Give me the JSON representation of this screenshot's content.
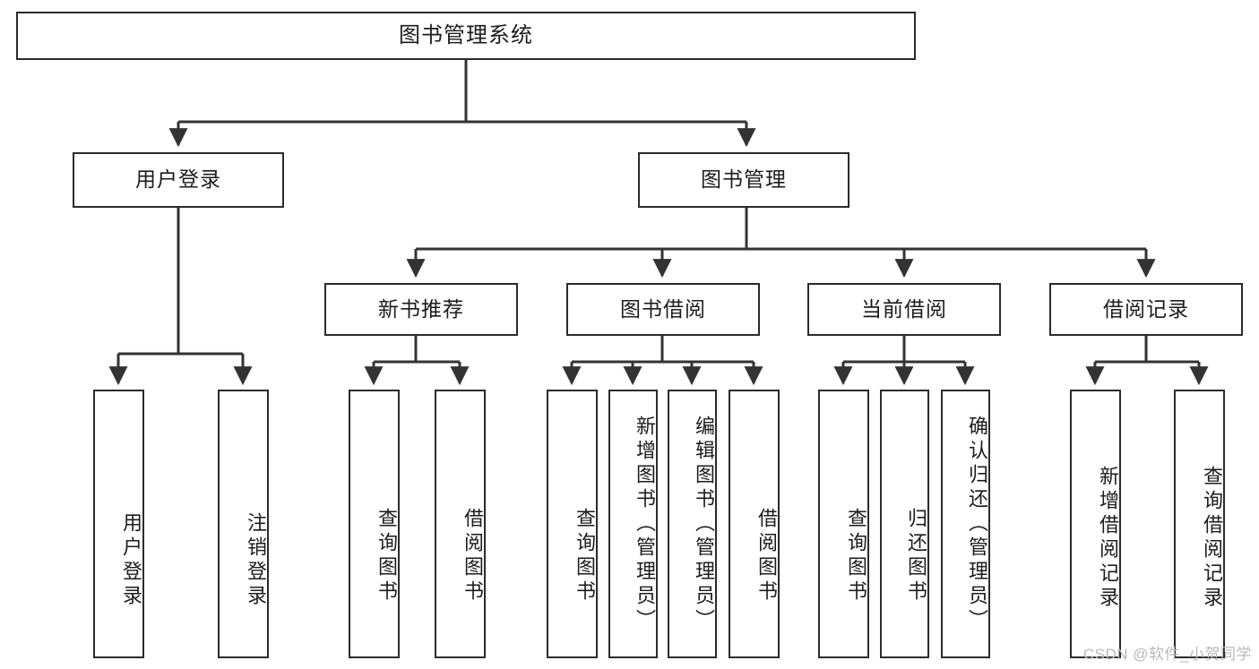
{
  "diagram": {
    "title": "图书管理系统",
    "type": "hierarchy-tree",
    "watermark": "CSDN @软件_小贺同学",
    "colors": {
      "box_border": "#2b2b2b",
      "box_fill": "#ffffff",
      "edge": "#333333",
      "text": "#1c1c1c",
      "watermark": "#b9b9b9"
    }
  },
  "nodes": {
    "root": {
      "label": "图书管理系统"
    },
    "level2": [
      {
        "id": "user-login",
        "label": "用户登录"
      },
      {
        "id": "book-manage",
        "label": "图书管理"
      }
    ],
    "level3": [
      {
        "id": "new-book-recommend",
        "label": "新书推荐"
      },
      {
        "id": "book-borrow",
        "label": "图书借阅"
      },
      {
        "id": "current-borrow",
        "label": "当前借阅"
      },
      {
        "id": "borrow-record",
        "label": "借阅记录"
      }
    ],
    "level4": [
      {
        "id": "leaf-user-login",
        "label": "用户登录",
        "parent": "user-login"
      },
      {
        "id": "leaf-user-logout",
        "label": "注销登录",
        "parent": "user-login"
      },
      {
        "id": "leaf-query-book-1",
        "label": "查询图书",
        "parent": "new-book-recommend"
      },
      {
        "id": "leaf-borrow-book-1",
        "label": "借阅图书",
        "parent": "new-book-recommend"
      },
      {
        "id": "leaf-query-book-2",
        "label": "查询图书",
        "parent": "book-borrow"
      },
      {
        "id": "leaf-add-book",
        "label": "新增图书（管理员）",
        "parent": "book-borrow"
      },
      {
        "id": "leaf-edit-book",
        "label": "编辑图书（管理员）",
        "parent": "book-borrow"
      },
      {
        "id": "leaf-borrow-book-2",
        "label": "借阅图书",
        "parent": "book-borrow"
      },
      {
        "id": "leaf-query-book-3",
        "label": "查询图书",
        "parent": "current-borrow"
      },
      {
        "id": "leaf-return-book",
        "label": "归还图书",
        "parent": "current-borrow"
      },
      {
        "id": "leaf-confirm-return",
        "label": "确认归还（管理员）",
        "parent": "current-borrow"
      },
      {
        "id": "leaf-add-record",
        "label": "新增借阅记录",
        "parent": "borrow-record"
      },
      {
        "id": "leaf-query-record",
        "label": "查询借阅记录",
        "parent": "borrow-record"
      }
    ]
  }
}
